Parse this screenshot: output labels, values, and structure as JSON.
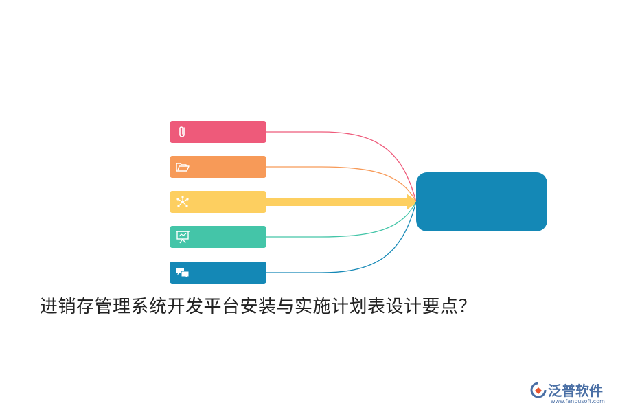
{
  "title": "进销存管理系统开发平台安装与实施计划表设计要点？",
  "nodes": [
    {
      "icon": "paperclip-icon",
      "color": "#ee5a7a"
    },
    {
      "icon": "folder-icon",
      "color": "#f79a58"
    },
    {
      "icon": "network-icon",
      "color": "#fdcf60"
    },
    {
      "icon": "presentation-icon",
      "color": "#44c5a8"
    },
    {
      "icon": "chat-icon",
      "color": "#1488b6"
    }
  ],
  "hub": {
    "color": "#1488b6"
  },
  "logo": {
    "brand": "泛普软件",
    "url": "www.fanpusoft.com",
    "mark_icon": "fanpu-logo-icon",
    "colors": {
      "primary": "#4a6fa5",
      "accent": "#e8542e"
    }
  }
}
